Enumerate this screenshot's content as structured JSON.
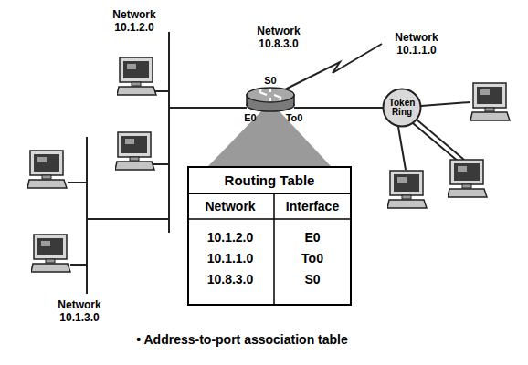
{
  "diagram": {
    "caption": "• Address-to-port association table",
    "nodes": [
      {
        "text": [
          "Token Ring"
        ]
      },
      {
        "text": [
          "Routing Table"
        ]
      }
    ],
    "labels": [
      "Network 10.1.2.0",
      "Network 10.8.3.0",
      "S0",
      "Network 10.1.1.0",
      "E0",
      "To0",
      "Network",
      "Interface",
      "10.1.2.0",
      "E0",
      "10.1.1.0",
      "To0",
      "10.8.3.0",
      "S0",
      "Network 10.1.3.0"
    ]
  }
}
